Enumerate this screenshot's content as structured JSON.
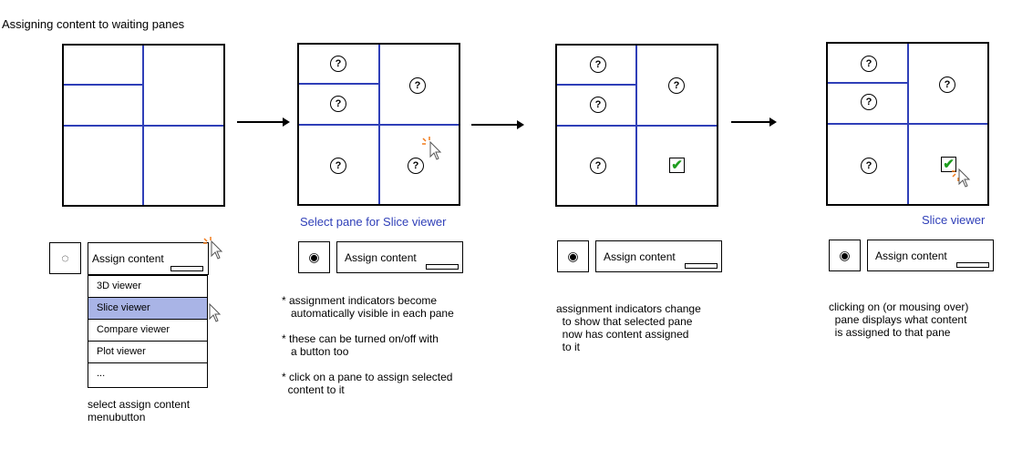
{
  "title": "Assigning content to waiting panes",
  "panel2": {
    "label": "Select pane for Slice viewer"
  },
  "panel4": {
    "label": "Slice viewer"
  },
  "menubutton": {
    "label": "Assign content",
    "eye_icon": "eye-icon",
    "items": [
      "3D viewer",
      "Slice viewer",
      "Compare viewer",
      "Plot viewer",
      "..."
    ],
    "selected": "Slice viewer"
  },
  "pane_indicator": "?",
  "checkmark": "✔",
  "captions": {
    "step1": "select assign content\nmenubutton",
    "step2_a": "* assignment indicators become\n   automatically visible in each pane",
    "step2_b": "* these can be turned on/off with\n   a button too",
    "step2_c": "* click on a pane to assign selected\n  content to it",
    "step3": "assignment indicators change\n  to show that selected pane\n  now has content assigned\n  to it",
    "step4": "clicking on (or mousing over)\n  pane displays what content\n  is assigned to that pane"
  },
  "colors": {
    "divider": "#2f3fb8",
    "highlight": "#a9b4e6",
    "check": "#1f9d1f",
    "click_burst": "#f07a1a"
  }
}
